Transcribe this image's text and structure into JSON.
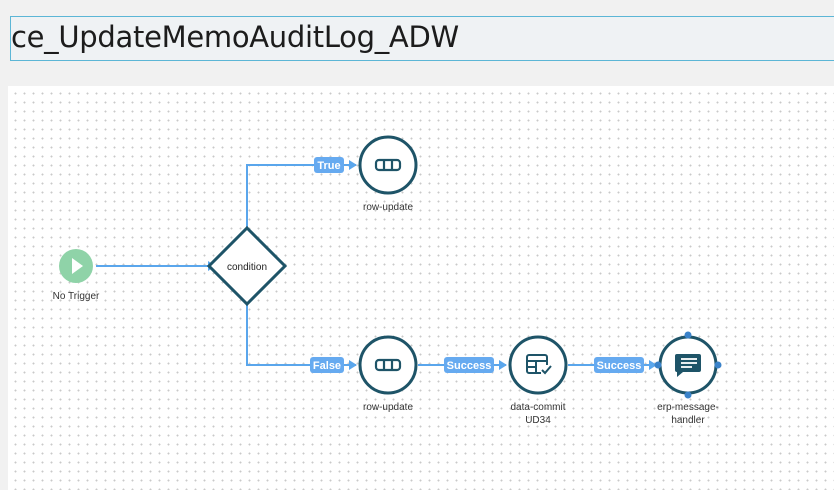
{
  "window": {
    "title": "ce_UpdateMemoAuditLog_ADW"
  },
  "colors": {
    "node_stroke": "#1e5468",
    "edge": "#5aa6ec",
    "edge_label_bg": "#66aaf0",
    "trigger_fill": "#8fd3a8"
  },
  "nodes": {
    "trigger": {
      "label": "No Trigger",
      "icon": "play-icon"
    },
    "condition": {
      "label": "condition"
    },
    "row_update_true": {
      "label": "row-update",
      "icon": "row-icon"
    },
    "row_update_false": {
      "label": "row-update",
      "icon": "row-icon"
    },
    "data_commit": {
      "label_line1": "data-commit",
      "label_line2": "UD34",
      "icon": "table-check-icon"
    },
    "erp_handler": {
      "label_line1": "erp-message-",
      "label_line2": "handler",
      "icon": "message-icon"
    }
  },
  "edges": {
    "true_label": "True",
    "false_label": "False",
    "success_1": "Success",
    "success_2": "Success"
  }
}
